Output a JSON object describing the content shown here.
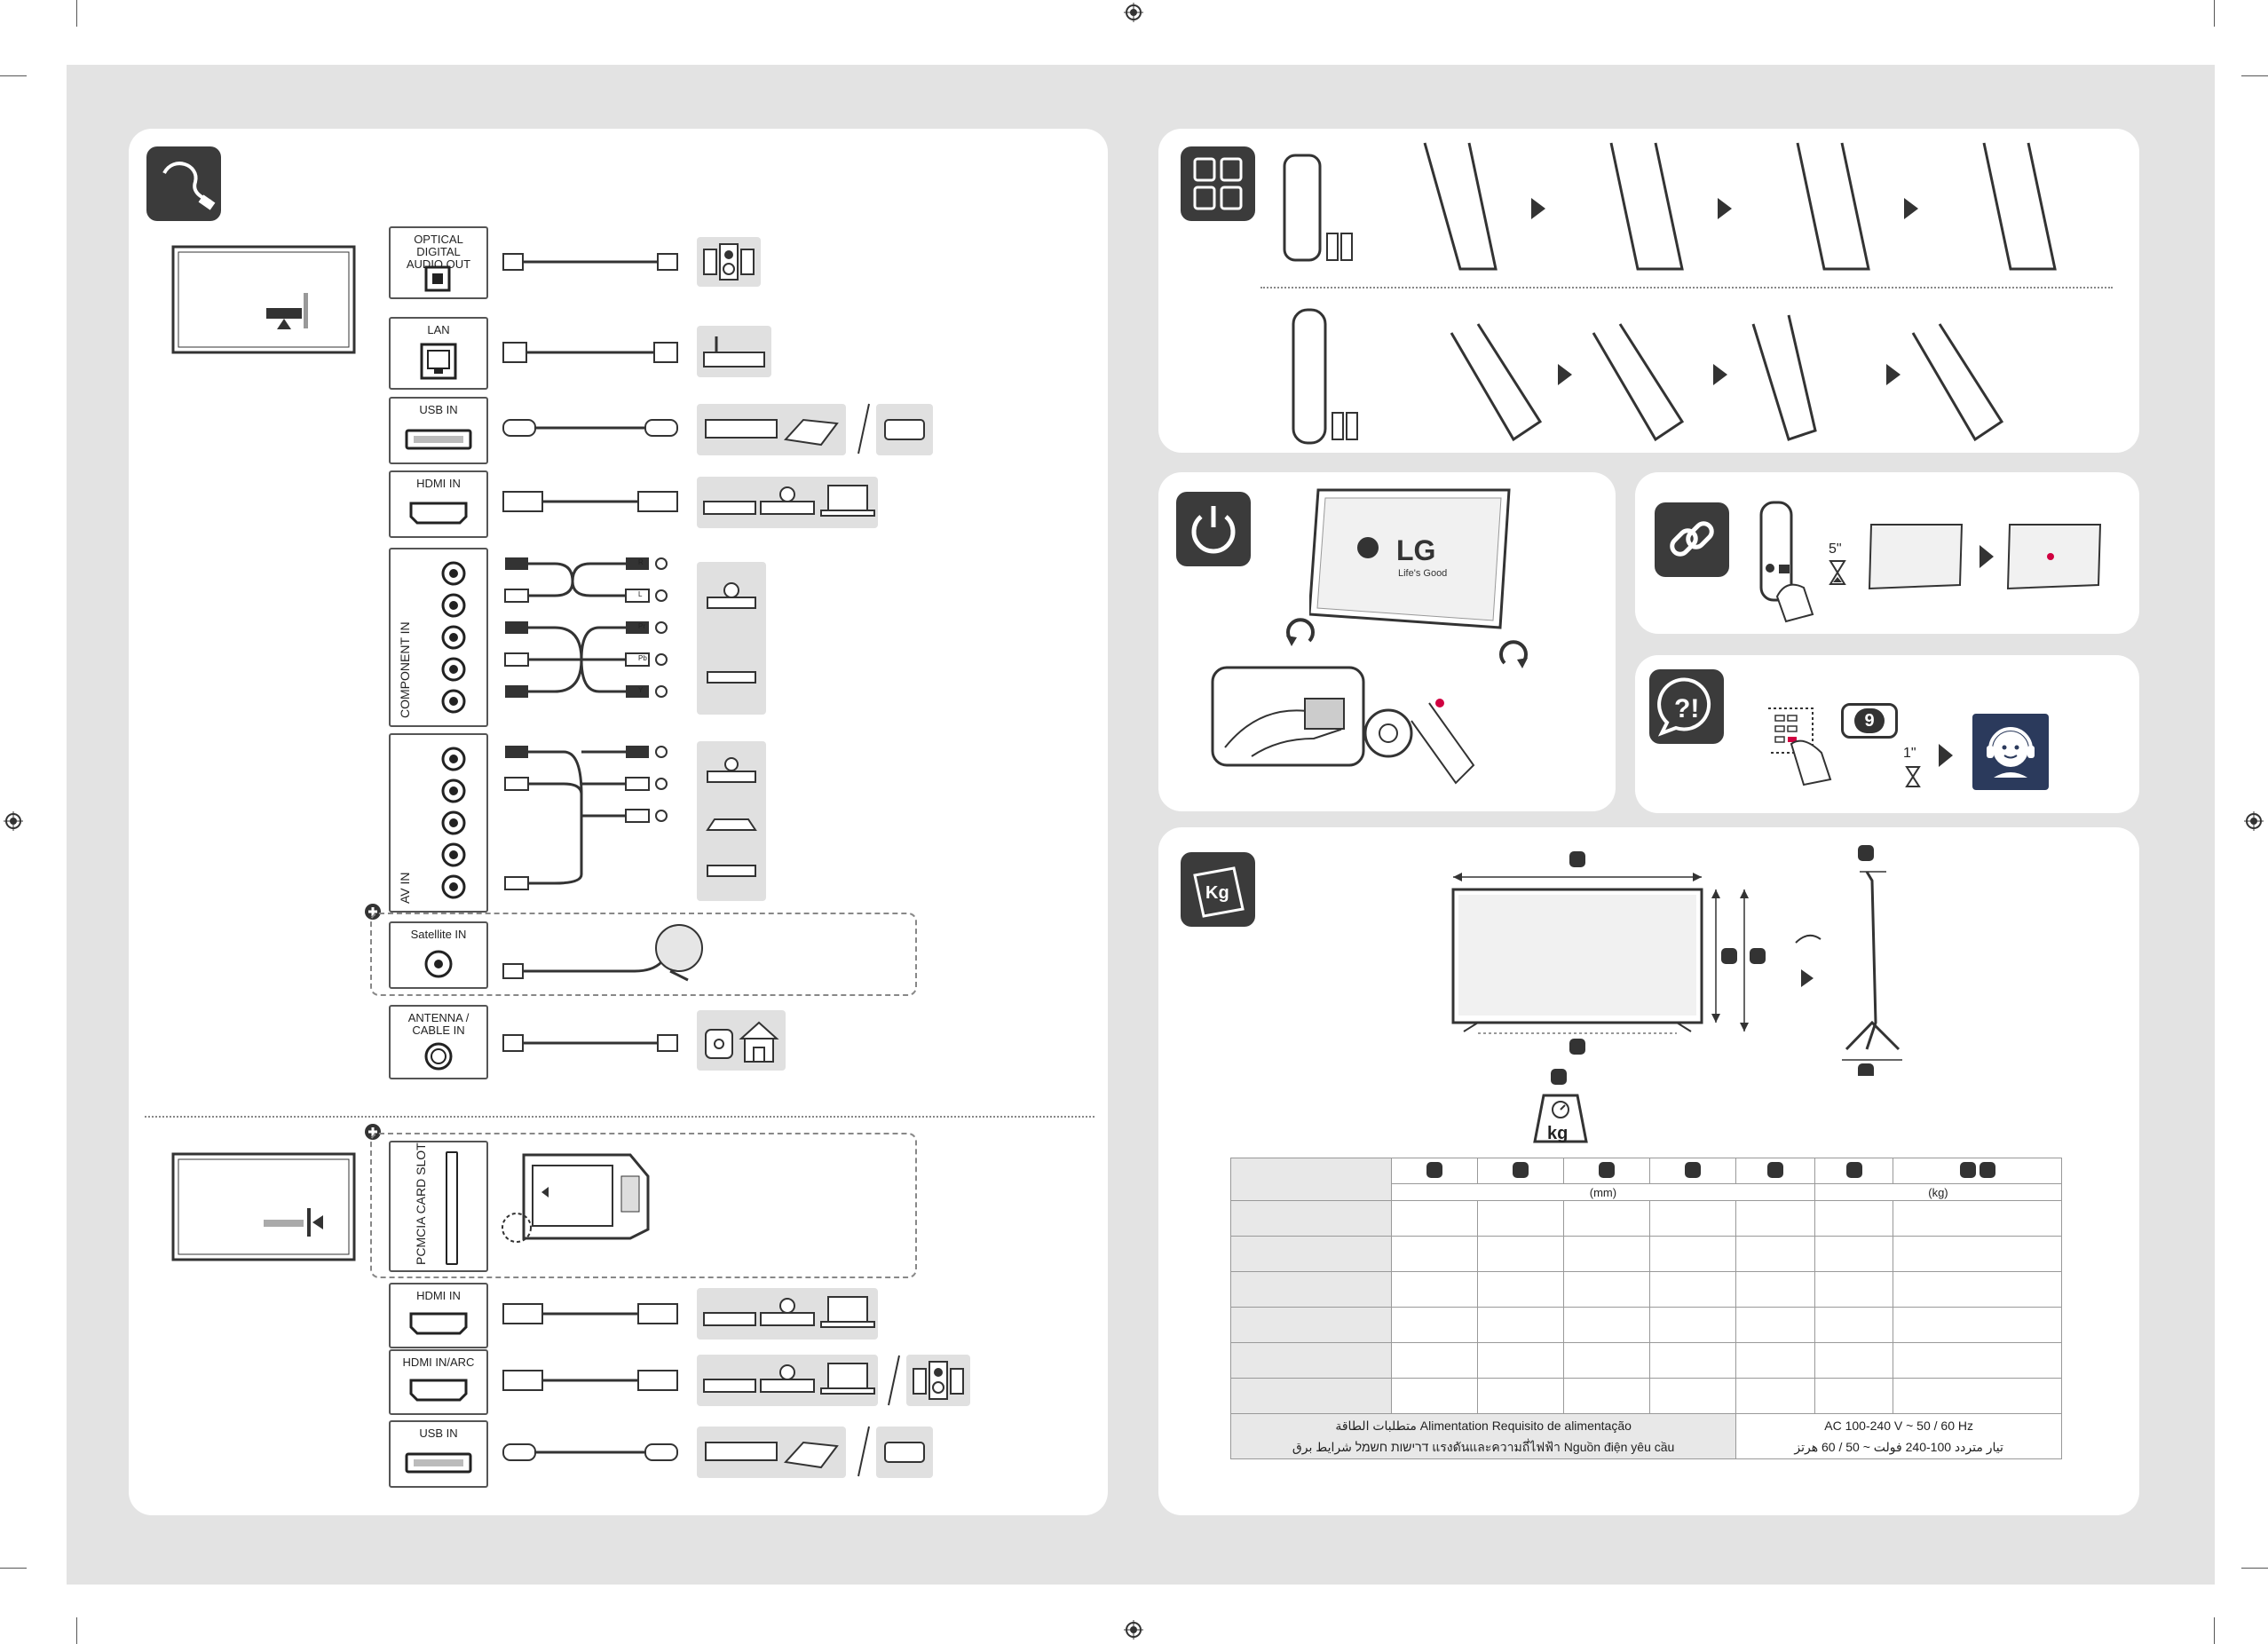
{
  "ports_rear": {
    "optical": "OPTICAL DIGITAL AUDIO OUT",
    "lan": "LAN",
    "usb_in": "USB IN",
    "hdmi_in": "HDMI IN",
    "component_in": "COMPONENT IN",
    "av_in": "AV IN",
    "satellite_in": "Satellite IN",
    "antenna": "ANTENNA / CABLE IN"
  },
  "ports_side": {
    "pcmcia": "PCMCIA CARD SLOT",
    "hdmi_in": "HDMI IN",
    "hdmi_arc": "HDMI IN/ARC",
    "usb_in": "USB IN"
  },
  "component_letters": [
    "R",
    "L",
    "Pr",
    "Pb",
    "Y"
  ],
  "power_panel": {
    "brand": "LG",
    "tagline": "Life's Good"
  },
  "pairing_panel": {
    "time": "5\""
  },
  "help_panel": {
    "key": "9",
    "time": "1\""
  },
  "spec_table": {
    "units": {
      "mm": "(mm)",
      "kg": "(kg)"
    },
    "power_label_line1": "متطلبات الطاقة   Alimentation   Requisito de alimentação",
    "power_label_line2": "דרישות חשמל   شرايط برق   แรงดันและความถี่ไฟฟ้า   Nguồn điện yêu cầu",
    "power_value_line1": "AC 100-240 V ~ 50 / 60 Hz",
    "power_value_line2": "تيار متردد 100-240 فولت ~ 50 / 60 هرتز"
  },
  "weight_icon_label": "kg"
}
